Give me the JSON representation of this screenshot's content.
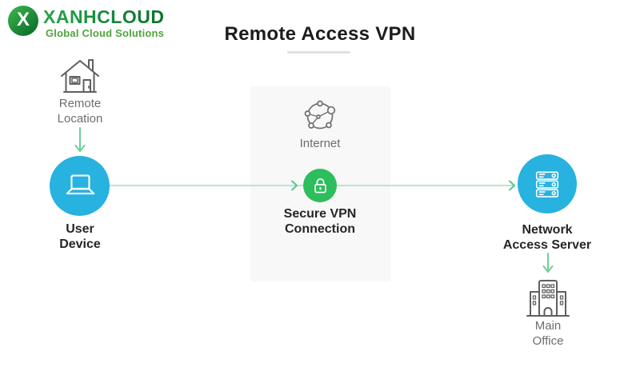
{
  "brand": {
    "name": "XANHCLOUD",
    "tagline": "Global Cloud Solutions",
    "logo_letter": "X",
    "name_color_start": "#25a648",
    "name_color_end": "#0a7230",
    "tagline_color": "#4fa53c"
  },
  "title": {
    "text": "Remote Access VPN"
  },
  "nodes": {
    "remote_location": {
      "label": "Remote Location",
      "lines": [
        "Remote",
        "Location"
      ],
      "icon": "house-icon"
    },
    "user_device": {
      "label": "User Device",
      "lines": [
        "User",
        "Device"
      ],
      "icon": "laptop-icon"
    },
    "internet": {
      "label": "Internet",
      "lines": [
        "Internet"
      ],
      "icon": "globe-network-icon"
    },
    "secure_vpn": {
      "label": "Secure VPN Connection",
      "lines": [
        "Secure VPN",
        "Connection"
      ],
      "icon": "lock-icon"
    },
    "network_access_server": {
      "label": "Network Access Server",
      "lines": [
        "Network",
        "Access Server"
      ],
      "icon": "server-icon"
    },
    "main_office": {
      "label": "Main Office",
      "lines": [
        "Main",
        "Office"
      ],
      "icon": "building-icon"
    }
  },
  "colors": {
    "node_blue": "#27b2e0",
    "lock_green": "#2ebd5c",
    "arrow_green": "#6fcf97",
    "connector_green": "#a7dbc4",
    "label_dark": "#262626",
    "label_gray": "#6e6e6e",
    "panel_gray": "#f8f8f8",
    "icon_outline_gray": "#5f5f5f"
  }
}
